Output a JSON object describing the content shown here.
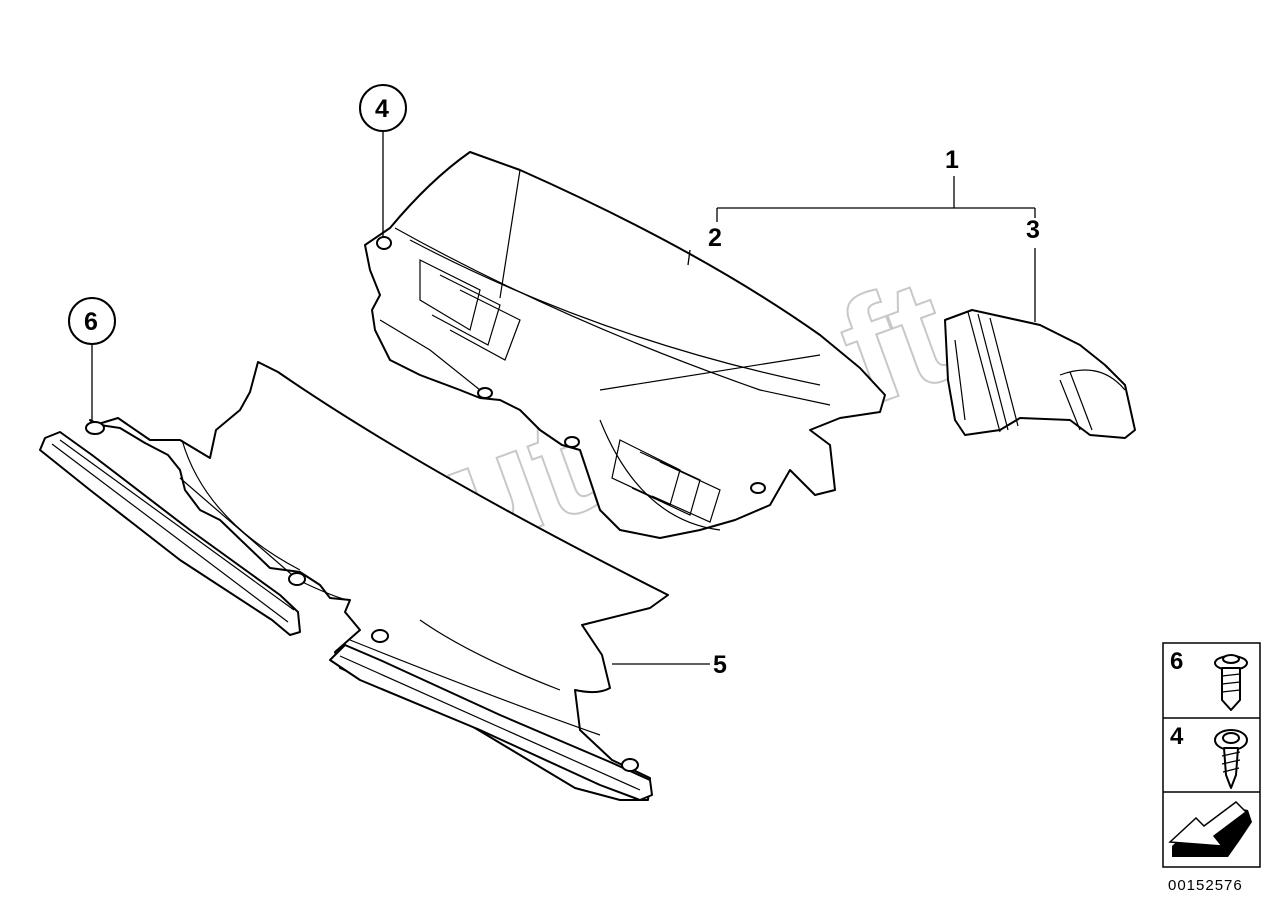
{
  "diagram": {
    "watermark": "AutoSoft",
    "document_number": "00152576",
    "callouts": {
      "c1": "1",
      "c2": "2",
      "c3": "3",
      "c4": "4",
      "c5": "5",
      "c6": "6"
    },
    "legend": {
      "item_top": "6",
      "item_middle": "4"
    }
  }
}
